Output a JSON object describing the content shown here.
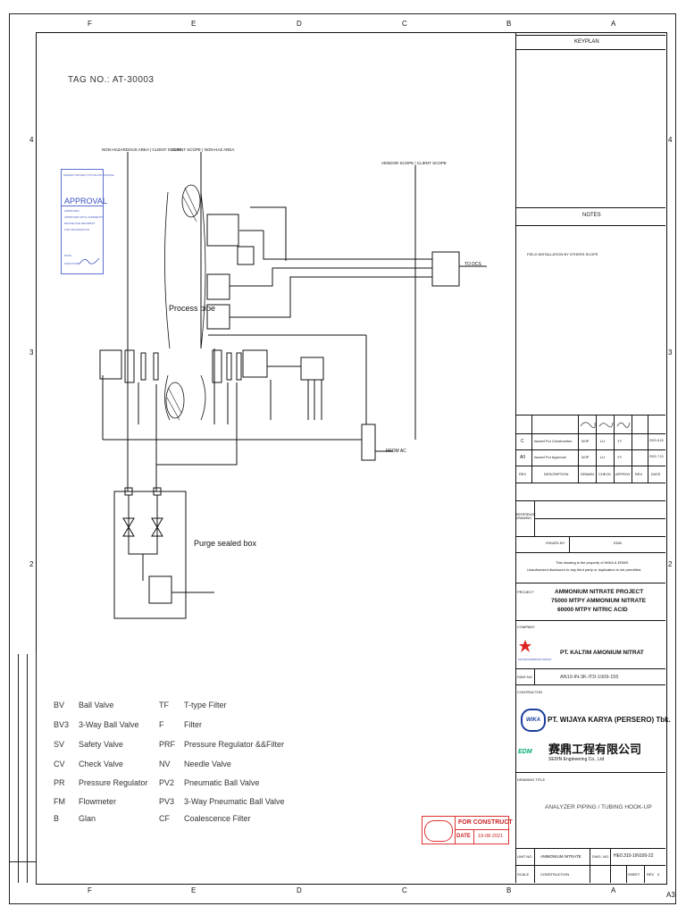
{
  "frame": {
    "top_columns": [
      "F",
      "E",
      "D",
      "C",
      "B"
    ],
    "bottom_columns": [
      "F",
      "E",
      "D",
      "C",
      "B",
      "A"
    ],
    "top_right_column": "A",
    "rows_left": [
      "4",
      "3",
      "2"
    ],
    "rows_right": [
      "4",
      "3",
      "2"
    ],
    "sheet_size": "A3"
  },
  "tag": "TAG NO.: AT-30003",
  "zone_labels": {
    "nonhazardous_left": "NON-HAZARDOUS AREA | CLIENT SCOPE",
    "client_scope": "CLIENT SCOPE | NON-HAZ AREA",
    "vendor_scope": "VENDOR SCOPE | CLIENT SCOPE",
    "process_pipe": "Process pipe",
    "purge_box": "Purge sealed box",
    "to_dcs": "TO DCS",
    "from_ac": "FROM AC"
  },
  "approval_stamp": {
    "header": "MARKET PROJECT PT.KALTIM NITRATE",
    "title": "APPROVAL",
    "opt1": "APPROVED",
    "opt2": "APPROVED WITH COMMENTS",
    "opt3": "REVISE AND RESUBMIT",
    "opt4": "FOR INFORMATION",
    "date_label": "DATE:",
    "sig_label": "SIGNATURE:"
  },
  "legend": [
    {
      "abbr": "BV",
      "text": "Ball Valve"
    },
    {
      "abbr": "BV3",
      "text": "3-Way Ball Valve"
    },
    {
      "abbr": "SV",
      "text": "Safety Valve"
    },
    {
      "abbr": "CV",
      "text": "Check Valve"
    },
    {
      "abbr": "PR",
      "text": "Pressure Regulator"
    },
    {
      "abbr": "FM",
      "text": "Flowmeter"
    },
    {
      "abbr": "B",
      "text": "Glan"
    },
    {
      "abbr": "TF",
      "text": "T-type Filter"
    },
    {
      "abbr": "F",
      "text": "Filter"
    },
    {
      "abbr": "PRF",
      "text": "Pressure Regulator &&Filter"
    },
    {
      "abbr": "NV",
      "text": "Needle Valve"
    },
    {
      "abbr": "PV2",
      "text": "Pneumatic Ball Valve"
    },
    {
      "abbr": "PV3",
      "text": "3-Way Pneumatic Ball Valve"
    },
    {
      "abbr": "CF",
      "text": "Coalescence Filter"
    }
  ],
  "title_block": {
    "keyplan": "KEYPLAN",
    "notes": "NOTES",
    "note1": "FIELD INSTALLATION BY OTHERS SCOPE",
    "rev_rows": [
      {
        "rev": "C",
        "desc": "Issued For Construction",
        "by": "WJP",
        "chk": "LU",
        "app": "YY",
        "date": "2021.8.15"
      },
      {
        "rev": "A0",
        "desc": "Issued For Approval",
        "by": "WJP",
        "chk": "LU",
        "app": "YY",
        "date": "2021.7.10"
      }
    ],
    "rev_header": {
      "rev": "REV",
      "desc": "DESCRIPTION",
      "by": "DRAWN",
      "chk": "CHECK",
      "app": "APPROV",
      "rv": "REV",
      "dt": "DATE"
    },
    "reference_label": "REFERENCE DRAWING",
    "issue_label": "ISSUED BY",
    "issue_value": "EDM",
    "property_note": "This drawing is the property of WIKA & EDMS.",
    "property_note2": "Unauthorized disclosure to any third party or duplication is not permitted.",
    "project_label": "PROJECT",
    "project_line1": "AMMONIUM NITRATE PROJECT",
    "project_line2": "75000 MTPY AMMONIUM NITRATE",
    "project_line3": "60000 MTPY NITRIC ACID",
    "company_label": "COMPANY",
    "company": "PT. KALTIM AMONIUM NITRAT",
    "company_logo_text": "KALTIM AMONIUM NITRAT",
    "dwg_label": "DWG NO",
    "dwg_no": "AN10-IN-3K-ITD-1009-155",
    "contractor_label": "CONTRACTOR",
    "wika_logo": "WIKA",
    "wika_name": "PT. WIJAYA KARYA (PERSERO) Tbk.",
    "edm_logo": "EDM",
    "edm_chinese": "赛鼎工程有限公司",
    "edm_english": "SEDIN Engineering Co., Ltd",
    "drawing_title_label": "DRAWING TITLE",
    "drawing_title": "ANALYZER PIPING / TUBING HOOK-UP",
    "bottom_row1": {
      "unit": "UNIT NO.",
      "unit_val": "AMMONIUM NITRATE",
      "dwg": "DWG. NO.",
      "dwg_val": "HE0.310-1IN100-22"
    },
    "bottom_row2": {
      "scale": "SCALE",
      "scale_val": "CONSTRUCTION",
      "sheet": "SHEET",
      "rev": "REV",
      "rev_val": "0"
    }
  },
  "stamp": {
    "for_construct": "FOR CONSTRUCT",
    "date_label": "DATE",
    "date_value": "19-08-2021"
  }
}
